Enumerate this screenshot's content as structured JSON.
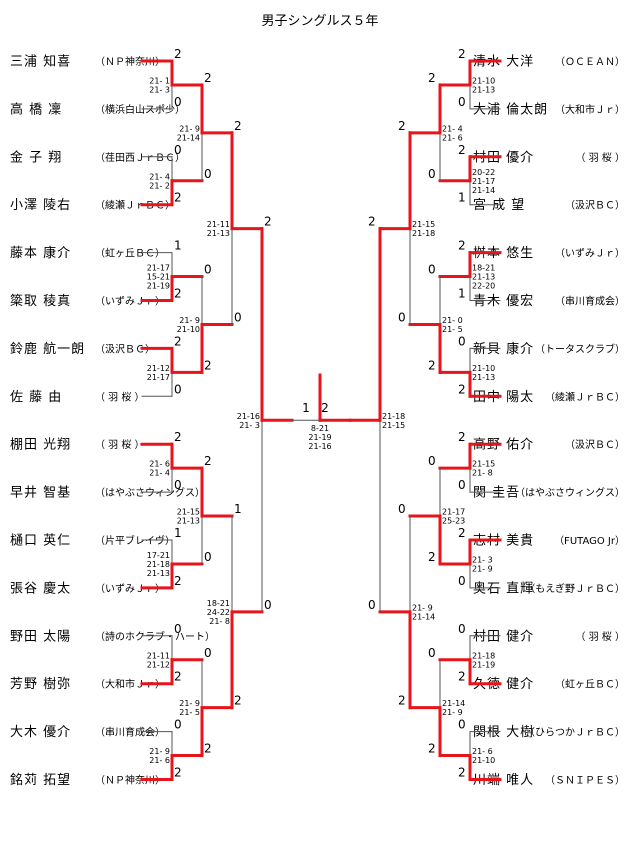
{
  "title": "男子シングルス５年",
  "left": {
    "players": [
      {
        "name": "三浦 知喜",
        "club": "（ＮＰ神奈川）"
      },
      {
        "name": "高 橋 凜",
        "club": "（横浜白山スポ少）"
      },
      {
        "name": "金 子 翔",
        "club": "（荏田西ＪｒＢＣ）"
      },
      {
        "name": "小澤 陵右",
        "club": "（綾瀬ＪｒＢＣ）"
      },
      {
        "name": "藤本 康介",
        "club": "（虹ヶ丘ＢＣ）"
      },
      {
        "name": "簗取 稜真",
        "club": "（いずみＪｒ）"
      },
      {
        "name": "鈴鹿 航一朗",
        "club": "（汲沢ＢＣ）"
      },
      {
        "name": "佐 藤 由",
        "club": "（ 羽 桜 ）"
      },
      {
        "name": "棚田 光翔",
        "club": "（ 羽 桜 ）"
      },
      {
        "name": "早井 智基",
        "club": "（はやぶさウィングス）"
      },
      {
        "name": "樋口 英仁",
        "club": "（片平ブレイヴ）"
      },
      {
        "name": "張谷 慶太",
        "club": "（いずみＪｒ）"
      },
      {
        "name": "野田 太陽",
        "club": "（詩のホクラブ・ハート）"
      },
      {
        "name": "芳野 樹弥",
        "club": "（大和市Ｊｒ）"
      },
      {
        "name": "大木 優介",
        "club": "（串川育成会）"
      },
      {
        "name": "銘苅 拓望",
        "club": "（ＮＰ神奈川）"
      }
    ],
    "r1": [
      {
        "top": "2",
        "bottom": "0",
        "scores": [
          "21- 1",
          "21- 3"
        ]
      },
      {
        "top": "0",
        "bottom": "2",
        "scores": [
          "21- 4",
          "21- 2"
        ]
      },
      {
        "top": "1",
        "bottom": "2",
        "scores": [
          "21-17",
          "15-21",
          "21-19"
        ]
      },
      {
        "top": "2",
        "bottom": "0",
        "scores": [
          "21-12",
          "21-17"
        ]
      },
      {
        "top": "2",
        "bottom": "0",
        "scores": [
          "21- 6",
          "21- 4"
        ]
      },
      {
        "top": "1",
        "bottom": "2",
        "scores": [
          "17-21",
          "21-18",
          "21-13"
        ]
      },
      {
        "top": "0",
        "bottom": "2",
        "scores": [
          "21-11",
          "21-12"
        ]
      },
      {
        "top": "0",
        "bottom": "2",
        "scores": [
          "21- 9",
          "21- 6"
        ]
      }
    ],
    "r2": [
      {
        "top": "2",
        "bottom": "0",
        "scores": [
          "21- 9",
          "21-14"
        ]
      },
      {
        "top": "0",
        "bottom": "2",
        "scores": [
          "21- 9",
          "21-10"
        ]
      },
      {
        "top": "2",
        "bottom": "0",
        "scores": [
          "21-15",
          "21-13"
        ]
      },
      {
        "top": "0",
        "bottom": "2",
        "scores": [
          "21- 9",
          "21- 5"
        ]
      }
    ],
    "r3": [
      {
        "top": "2",
        "bottom": "0",
        "scores": [
          "21-11",
          "21-13"
        ]
      },
      {
        "top": "1",
        "bottom": "2",
        "scores": [
          "18-21",
          "24-22",
          "21- 8"
        ]
      }
    ],
    "r4": {
      "top": "2",
      "bottom": "0",
      "scores": [
        "21-16",
        "21- 3"
      ]
    }
  },
  "right": {
    "players": [
      {
        "name": "清水 大洋",
        "club": "（ＯＣＥＡＮ）"
      },
      {
        "name": "大浦 倫太朗",
        "club": "（大和市Ｊｒ）"
      },
      {
        "name": "村田 優介",
        "club": "（ 羽 桜 ）"
      },
      {
        "name": "宮 成 望",
        "club": "（汲沢ＢＣ）"
      },
      {
        "name": "桝本 悠生",
        "club": "（いずみＪｒ）"
      },
      {
        "name": "青木 優宏",
        "club": "（串川育成会）"
      },
      {
        "name": "新貝 康介",
        "club": "（トータスクラブ）"
      },
      {
        "name": "田中 陽太",
        "club": "（綾瀬ＪｒＢＣ）"
      },
      {
        "name": "高野 佑介",
        "club": "（汲沢ＢＣ）"
      },
      {
        "name": "関 圭吾",
        "club": "（はやぶさウィングス）"
      },
      {
        "name": "志村 美貴",
        "club": "（FUTAGO Jr）"
      },
      {
        "name": "奥石 直輝",
        "club": "（もえぎ野ＪｒＢＣ）"
      },
      {
        "name": "村田 健介",
        "club": "（ 羽 桜 ）"
      },
      {
        "name": "久徳 健介",
        "club": "（虹ヶ丘ＢＣ）"
      },
      {
        "name": "関根 大樹",
        "club": "（ひらつかＪｒＢＣ）"
      },
      {
        "name": "川端 唯人",
        "club": "（ＳＮＩＰＥＳ）"
      }
    ],
    "r1": [
      {
        "top": "2",
        "bottom": "0",
        "scores": [
          "21-10",
          "21-13"
        ]
      },
      {
        "top": "2",
        "bottom": "1",
        "scores": [
          "20-22",
          "21-17",
          "21-14"
        ]
      },
      {
        "top": "2",
        "bottom": "1",
        "scores": [
          "18-21",
          "21-13",
          "22-20"
        ]
      },
      {
        "top": "0",
        "bottom": "2",
        "scores": [
          "21-10",
          "21-13"
        ]
      },
      {
        "top": "2",
        "bottom": "0",
        "scores": [
          "21-15",
          "21- 8"
        ]
      },
      {
        "top": "2",
        "bottom": "0",
        "scores": [
          "21- 3",
          "21- 9"
        ]
      },
      {
        "top": "0",
        "bottom": "2",
        "scores": [
          "21-18",
          "21-19"
        ]
      },
      {
        "top": "0",
        "bottom": "2",
        "scores": [
          "21- 6",
          "21-10"
        ]
      }
    ],
    "r2": [
      {
        "top": "2",
        "bottom": "0",
        "scores": [
          "21- 4",
          "21- 6"
        ]
      },
      {
        "top": "0",
        "bottom": "2",
        "scores": [
          "21- 0",
          "21- 5"
        ]
      },
      {
        "top": "0",
        "bottom": "2",
        "scores": [
          "21-17",
          "25-23"
        ]
      },
      {
        "top": "0",
        "bottom": "2",
        "scores": [
          "21-14",
          "21- 9"
        ]
      }
    ],
    "r3": [
      {
        "top": "2",
        "bottom": "0",
        "scores": [
          "21-15",
          "21-18"
        ]
      },
      {
        "top": "0",
        "bottom": "2",
        "scores": [
          "21- 9",
          "21-14"
        ]
      }
    ],
    "r4": {
      "top": "2",
      "bottom": "0",
      "scores": [
        "21-18",
        "21-15"
      ]
    }
  },
  "final": {
    "left_score": "1",
    "right_score": "2",
    "scores": [
      "8-21",
      "21-19",
      "21-16"
    ]
  }
}
